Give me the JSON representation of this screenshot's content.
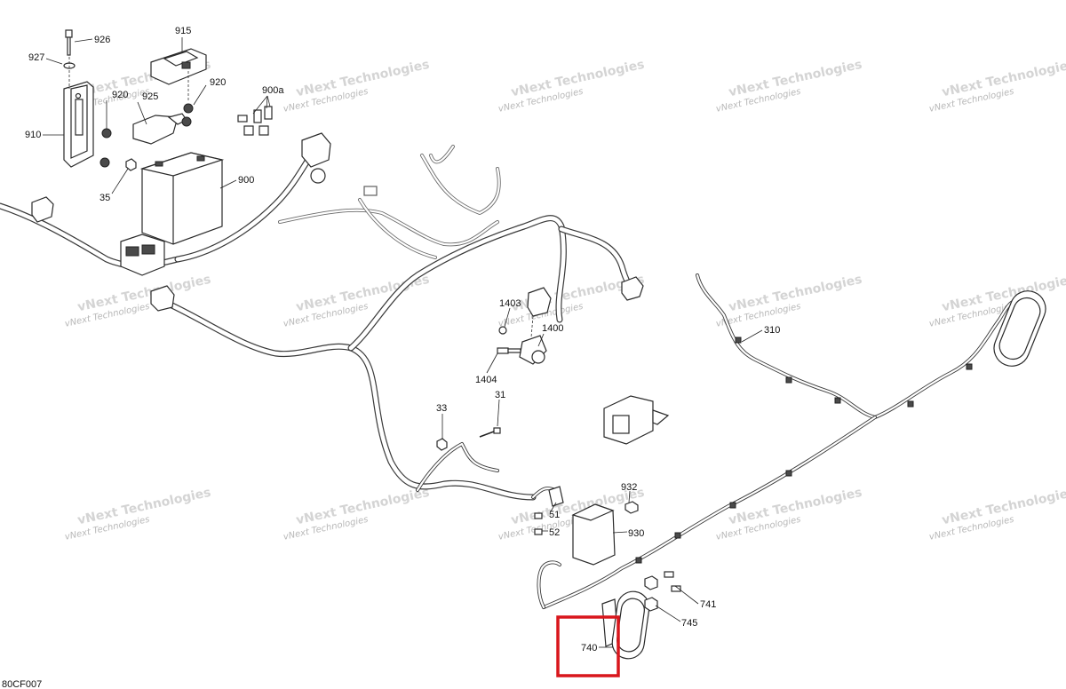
{
  "diagram_code": "80CF007",
  "watermark": {
    "line1": "vNext Technologies",
    "line2": "Technologies"
  },
  "callouts": {
    "c926": "926",
    "c927": "927",
    "c915": "915",
    "c920a": "920",
    "c920b": "920",
    "c925": "925",
    "c910": "910",
    "c900a": "900a",
    "c900": "900",
    "c35": "35",
    "c1403": "1403",
    "c1400": "1400",
    "c1404": "1404",
    "c310": "310",
    "c33": "33",
    "c31": "31",
    "c932": "932",
    "c51": "51",
    "c52": "52",
    "c930": "930",
    "c741": "741",
    "c745": "745",
    "c740": "740"
  },
  "highlight": {
    "target": "740",
    "color": "#d9161c"
  }
}
